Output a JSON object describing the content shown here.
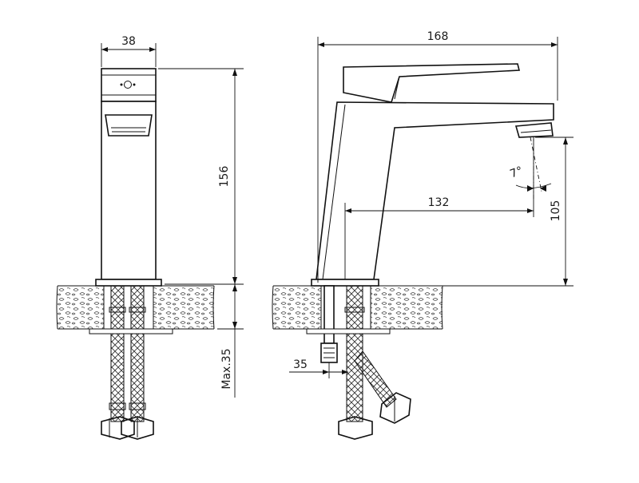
{
  "dimensions": {
    "width_top": "38",
    "overall_length": "168",
    "height_total": "156",
    "spout_reach": "132",
    "spout_height": "105",
    "angle": "7°",
    "max_thickness": "Max.35",
    "rod_offset": "35"
  }
}
